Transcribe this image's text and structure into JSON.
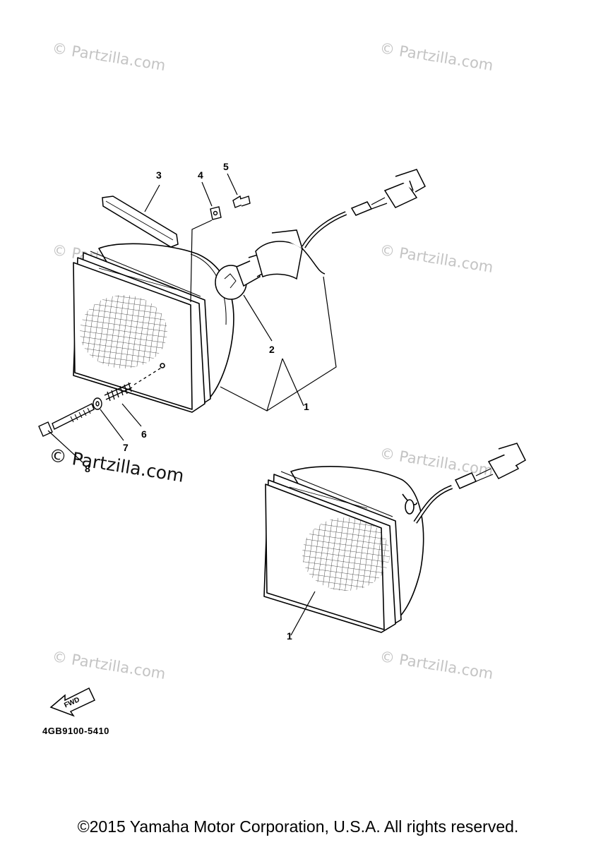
{
  "watermark": "© Partzilla.com",
  "callouts": {
    "c1a": "1",
    "c1b": "1",
    "c2": "2",
    "c3": "3",
    "c4": "4",
    "c5": "5",
    "c6": "6",
    "c7": "7",
    "c8": "8"
  },
  "fwd_label": "FWD",
  "diagram_code": "4GB9100-5410",
  "copyright": "©2015 Yamaha Motor Corporation, U.S.A. All rights reserved."
}
